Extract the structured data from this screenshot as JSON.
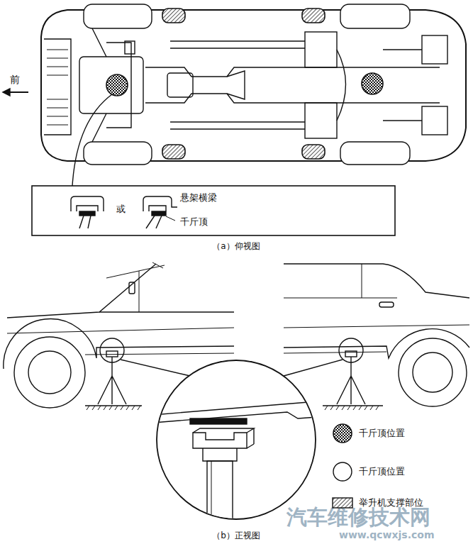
{
  "diagram": {
    "labels": [
      "前",
      "悬架横梁",
      "或",
      "千斤顶",
      "（a）仰视图",
      "（b）正视图",
      "汽车维修技术网",
      "www.qcwxjs.com"
    ],
    "legend": [
      {
        "text": "千斤顶位置"
      },
      {
        "text": "千斤顶位置"
      },
      {
        "text": "举升机支撑部位"
      }
    ]
  }
}
